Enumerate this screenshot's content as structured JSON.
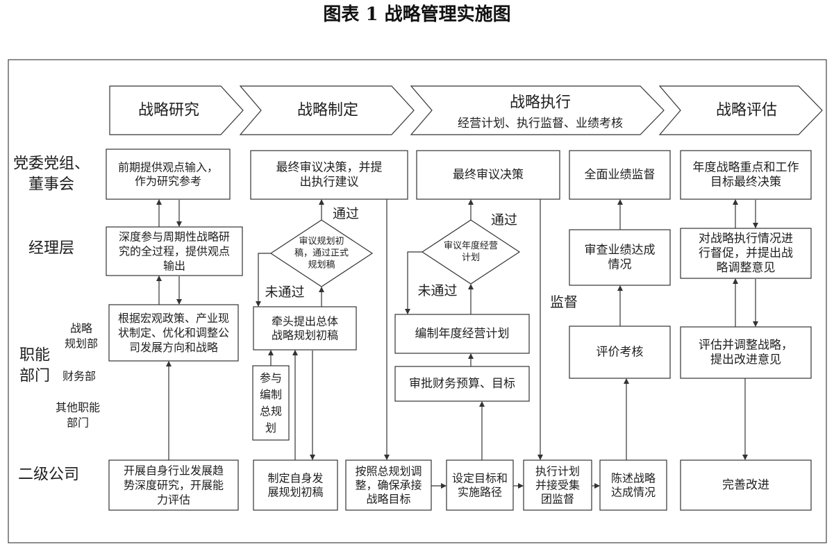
{
  "title": "图表 1  战略管理实施图",
  "phases": [
    {
      "label": "战略研究"
    },
    {
      "label": "战略制定"
    },
    {
      "label": "战略执行",
      "sub": "经营计划、执行监督、业绩考核"
    },
    {
      "label": "战略评估"
    }
  ],
  "rows": {
    "board": [
      "党委党组、",
      "董事会"
    ],
    "manager": "经理层",
    "functional": [
      "职能",
      "部门"
    ],
    "strategy_dept": [
      "战略",
      "规划部"
    ],
    "finance_dept": "财务部",
    "other_dept": [
      "其他职能",
      "部门"
    ],
    "subsidiary": "二级公司"
  },
  "research": {
    "board": [
      "前期提供观点输入，",
      "作为研究参考"
    ],
    "manager": [
      "深度参与周期性战略研",
      "究的全过程，提供观点",
      "输出"
    ],
    "functional": [
      "根据宏观政策、产业现",
      "状制定、优化和调整公",
      "司发展方向和战略"
    ],
    "subsidiary": [
      "开展自身行业发展趋",
      "势深度研究，开展能",
      "力评估"
    ]
  },
  "formulate": {
    "board": [
      "最终审议决策，并提",
      "出执行建议"
    ],
    "pass": "通过",
    "diamond": [
      "审议规划初",
      "稿，通过正式",
      "规划稿"
    ],
    "fail": "未通过",
    "lead": [
      "牵头提出总体",
      "战略规划初稿"
    ],
    "participate": [
      "参与",
      "编制",
      "总规",
      "划"
    ],
    "sub_draft": [
      "制定自身发",
      "展规划初稿"
    ],
    "sub_align": [
      "按照总规划调",
      "整，确保承接",
      "战略目标"
    ]
  },
  "execute": {
    "board": "最终审议决策",
    "pass": "通过",
    "diamond": [
      "审议年度经营",
      "计划"
    ],
    "fail": "未通过",
    "plan": "编制年度经营计划",
    "budget": "审批财务预算、目标",
    "supervise": "监督",
    "perf_monitor": "全面业绩监督",
    "review": [
      "审查业绩达成",
      "情况"
    ],
    "evaluate": "评价考核",
    "sub_goal": [
      "设定目标和",
      "实施路径"
    ],
    "sub_exec": [
      "执行计划",
      "并接受集",
      "团监督"
    ],
    "sub_report": [
      "陈述战略",
      "达成情况"
    ]
  },
  "assess": {
    "board": [
      "年度战略重点和工作",
      "目标最终决策"
    ],
    "manager": [
      "对战略执行情况进",
      "行督促，并提出战",
      "略调整意见"
    ],
    "functional": [
      "评估并调整战略，",
      "提出改进意见"
    ],
    "subsidiary": "完善改进"
  }
}
